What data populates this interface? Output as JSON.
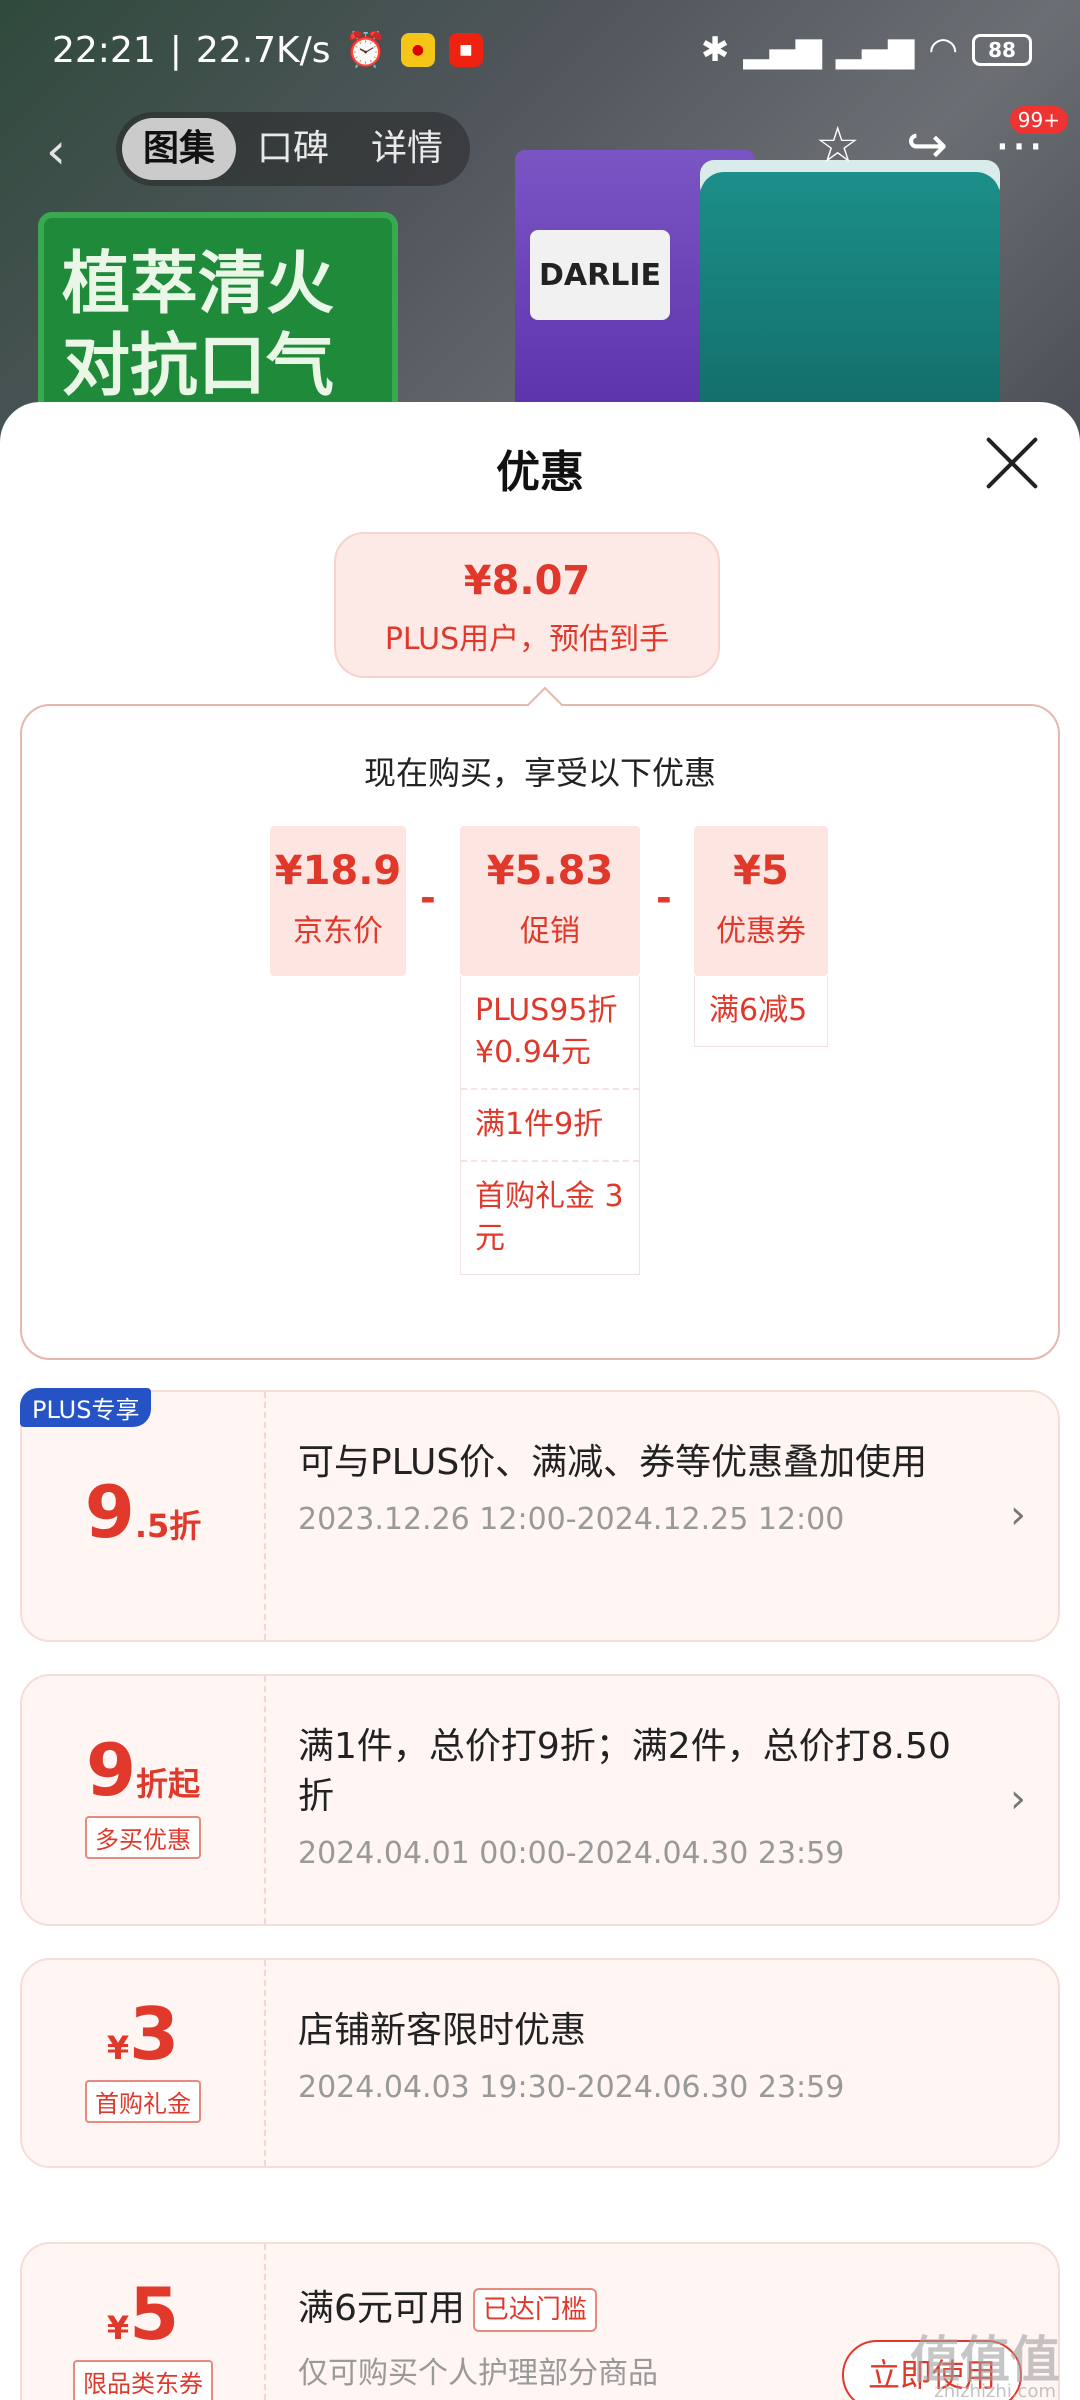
{
  "status_bar": {
    "time": "22:21",
    "speed": "22.7K/s",
    "battery": "88"
  },
  "nav": {
    "tabs": [
      "图集",
      "口碑",
      "详情"
    ],
    "active_tab": 0,
    "more_badge": "99+"
  },
  "background": {
    "board_text": "植萃清火对抗口气",
    "brand": "DARLIE"
  },
  "sheet": {
    "title": "优惠",
    "final_price": {
      "amount": "¥8.07",
      "desc": "PLUS用户，预估到手"
    },
    "breakdown": {
      "title": "现在购买，享受以下优惠",
      "items": [
        {
          "amount": "¥18.9",
          "label": "京东价",
          "details": []
        },
        {
          "amount": "¥5.83",
          "label": "促销",
          "details": [
            "PLUS95折 ¥0.94元",
            "满1件9折",
            "首购礼金 3元"
          ]
        },
        {
          "amount": "¥5",
          "label": "优惠券",
          "details": [
            "满6减5"
          ]
        }
      ],
      "operators": [
        "-",
        "-"
      ]
    },
    "cards": [
      {
        "tag": "PLUS专享",
        "big": "9",
        "small": ".5折",
        "desc": "可与PLUS价、满减、券等优惠叠加使用",
        "date": "2023.12.26 12:00-2024.12.25 12:00"
      },
      {
        "big": "9",
        "small": "折起",
        "label": "多买优惠",
        "desc": "满1件，总价打9折；满2件，总价打8.50折",
        "date": "2024.04.01 00:00-2024.04.30 23:59"
      },
      {
        "currency": "¥",
        "big": "3",
        "label": "首购礼金",
        "desc": "店铺新客限时优惠",
        "date": "2024.04.03 19:30-2024.06.30 23:59"
      },
      {
        "currency": "¥",
        "big": "5",
        "label": "限品类东券",
        "desc": "满6元可用",
        "badge": "已达门槛",
        "sub": "仅可购买个人护理部分商品",
        "button": "立即使用"
      }
    ],
    "watermark": "值值值",
    "watermark_sub": "zhizhizhi.com"
  },
  "colors": {
    "accent": "#e0392b",
    "card_bg": "#fff6f4",
    "plus_tag": "#2553c6"
  }
}
